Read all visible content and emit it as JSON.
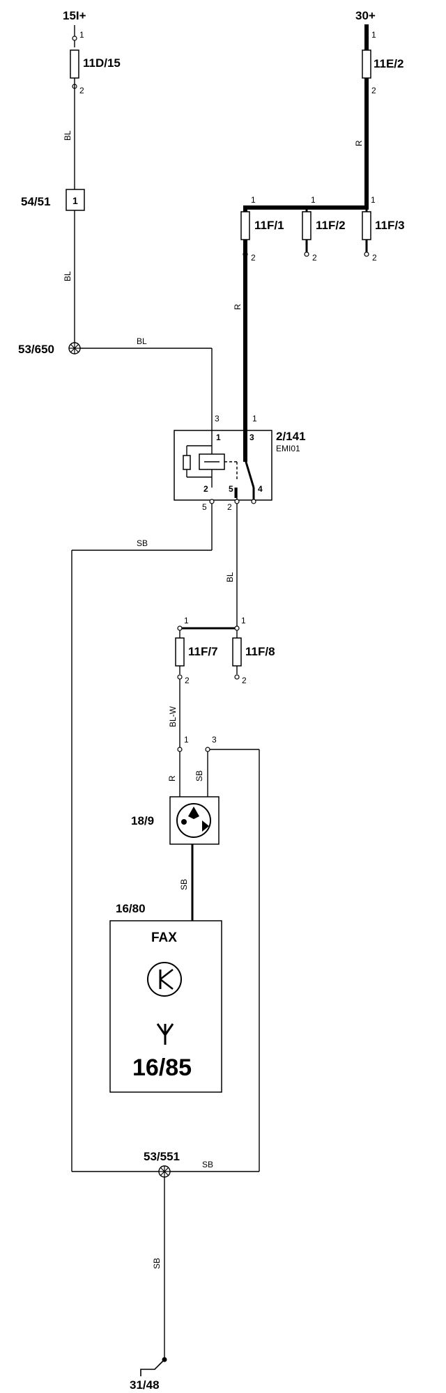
{
  "supplies": {
    "ign": "15I+",
    "batt": "30+"
  },
  "fuses": {
    "f11d15": "11D/15",
    "f11e2": "11E/2",
    "f11f1": "11F/1",
    "f11f2": "11F/2",
    "f11f3": "11F/3",
    "f11f7": "11F/7",
    "f11f8": "11F/8"
  },
  "connectors": {
    "c5451": "54/51",
    "c5451_pin": "1"
  },
  "grounds": {
    "g53650": "53/650",
    "g53551": "53/551",
    "g3148": "31/48"
  },
  "relay": {
    "id": "2/141",
    "name": "EMI01"
  },
  "components": {
    "c189": "18/9",
    "c1680": "16/80",
    "fax": "FAX",
    "c1685": "16/85"
  },
  "wire_colors": {
    "bl": "BL",
    "r": "R",
    "sb": "SB",
    "blw": "BL-W"
  },
  "pins": {
    "p1": "1",
    "p2": "2",
    "p3": "3",
    "p4": "4",
    "p5": "5"
  }
}
